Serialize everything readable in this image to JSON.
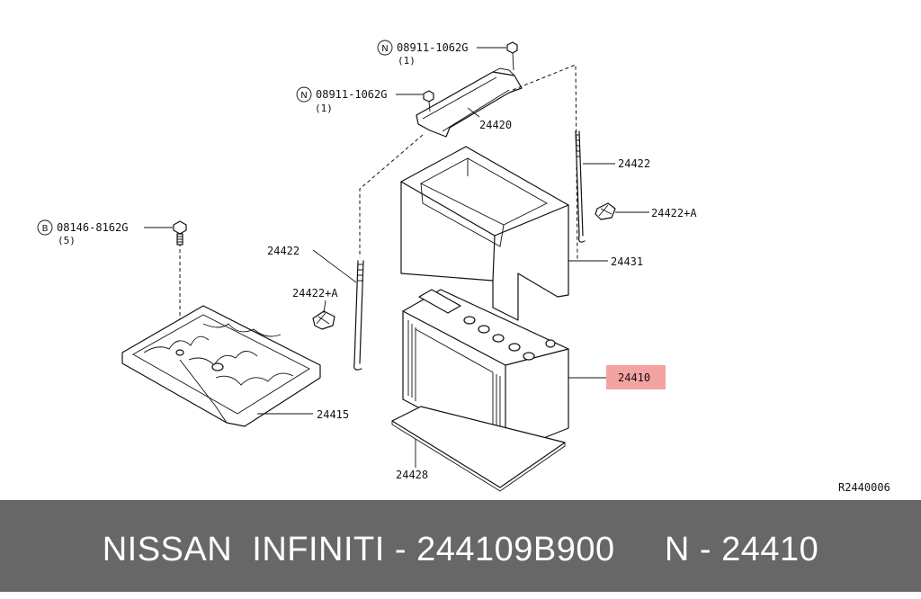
{
  "diagram": {
    "drawing_number": "R2440006",
    "parts": {
      "nut_top": "08911-1062G",
      "nut_top_qty": "(1)",
      "nut_mid": "08911-1062G",
      "nut_mid_qty": "(1)",
      "bolt": "08146-8162G",
      "bolt_qty": "(5)",
      "frame": "24420",
      "rod_right": "24422",
      "clip_right": "24422+A",
      "cover": "24431",
      "battery": "24410",
      "rod_left": "24422",
      "clip_left": "24422+A",
      "tray": "24415",
      "pad": "24428"
    },
    "badges": {
      "nut": "N",
      "bolt": "B"
    },
    "highlight_color": "#f4a3a3"
  },
  "footer": {
    "text": "NISSAN  INFINITI - 244109B900     N - 24410"
  }
}
